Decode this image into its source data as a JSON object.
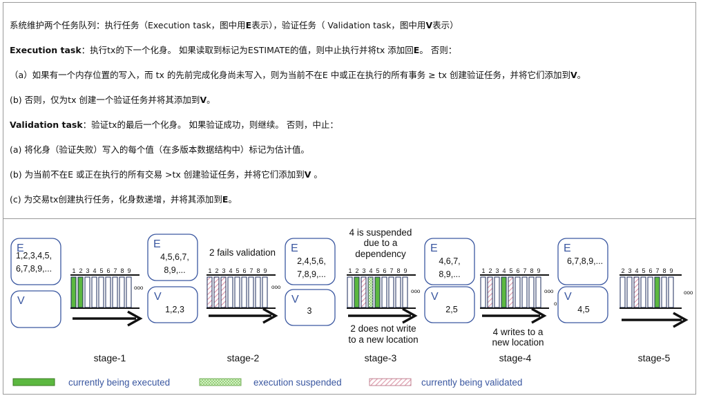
{
  "text": {
    "l1_pre": "系统维护两个任务队列：执行任务（Execution task，图中用",
    "l1_b1": "E",
    "l1_mid": "表示），验证任务（ Validation task，图中用",
    "l1_b2": "V",
    "l1_post": "表示）",
    "l2_b": "Execution task",
    "l2_mid": "：执行tx的下一个化身。 如果读取到标记为ESTIMATE的值，则中止执行并将tx 添加回",
    "l2_b2": "E",
    "l2_post": "。 否则：",
    "l3_pre": "（a）如果有一个内存位置的写入，而 tx 的先前完成化身尚未写入，则为当前不在E 中或正在执行的所有事务 ≥ tx 创建验证任务，并将它们添加到",
    "l3_b": "V",
    "l3_post": "。",
    "l4_pre": "(b) 否则，仅为tx 创建一个验证任务并将其添加到",
    "l4_b": "V",
    "l4_post": "。",
    "l5_b": "Validation task",
    "l5_post": "：验证tx的最后一个化身。 如果验证成功，则继续。 否则，中止：",
    "l6": "(a) 将化身（验证失败）写入的每个值（在多版本数据结构中）标记为估计值。",
    "l7_pre": "(b) 为当前不在E 或正在执行的所有交易 >tx 创建验证任务，并将它们添加到",
    "l7_b": "V",
    "l7_post": " 。",
    "l8_pre": "(c) 为交易tx创建执行任务，化身数递增，并将其添加到",
    "l8_b": "E",
    "l8_post": "。"
  },
  "colors": {
    "executing": "#5cb840",
    "validating_stripe": "#e0a0b0",
    "suspended_hatch": "#90d070",
    "box_border": "#3a57a0",
    "legend_text": "#3a57a0"
  },
  "diagram": {
    "queue_labels": {
      "e": "E",
      "v": "V"
    },
    "stages": [
      {
        "label": "stage-1",
        "e_lines": [
          "1,2,3,4,5,",
          "6,7,8,9,..."
        ],
        "v_lines": [],
        "tx_numbers": "1 2 3 4 5 6 7 8 9",
        "bars": [
          "exec",
          "exec",
          "none",
          "none",
          "none",
          "none",
          "none",
          "none",
          "none"
        ]
      },
      {
        "label": "stage-2",
        "e_lines": [
          "4,5,6,7,",
          "8,9,..."
        ],
        "v_lines": [
          "1,2,3"
        ],
        "tx_numbers": "1 2 3 4 5 6 7 8 9",
        "bars": [
          "val",
          "val",
          "val",
          "none",
          "none",
          "none",
          "none",
          "none",
          "none"
        ]
      },
      {
        "label": "stage-3",
        "e_lines": [
          "2,4,5,6,",
          "7,8,9,..."
        ],
        "v_lines": [
          "3"
        ],
        "tx_numbers": "1 2 3 4 5 6 7 8 9",
        "bars": [
          "none",
          "exec",
          "val",
          "susp",
          "exec",
          "none",
          "none",
          "none",
          "none"
        ]
      },
      {
        "label": "stage-4",
        "e_lines": [
          "4,6,7,",
          "8,9,..."
        ],
        "v_lines": [
          "2,5"
        ],
        "tx_numbers": "1 2 3 4 5 6 7 8 9",
        "bars": [
          "none",
          "val",
          "none",
          "exec",
          "val",
          "none",
          "none",
          "none",
          "none"
        ]
      },
      {
        "label": "stage-5",
        "e_lines": [
          "6,7,8,9,..."
        ],
        "v_lines": [
          "4,5"
        ],
        "tx_numbers": "2 3 4 5 6 7 8 9",
        "bars": [
          "none",
          "none",
          "val",
          "none",
          "none",
          "exec",
          "none",
          "none"
        ]
      }
    ],
    "annotations": {
      "a2": "2 fails validation",
      "a3_top": [
        "4 is suspended",
        "due to a",
        "dependency"
      ],
      "a3_bottom": [
        "2 does not write",
        "to a new location"
      ],
      "a4_bottom": [
        "4 writes to a",
        "new location"
      ]
    },
    "ellipsis": "ooo",
    "legend": {
      "executing": "currently being executed",
      "suspended": "execution suspended",
      "validating": "currently being validated"
    }
  }
}
